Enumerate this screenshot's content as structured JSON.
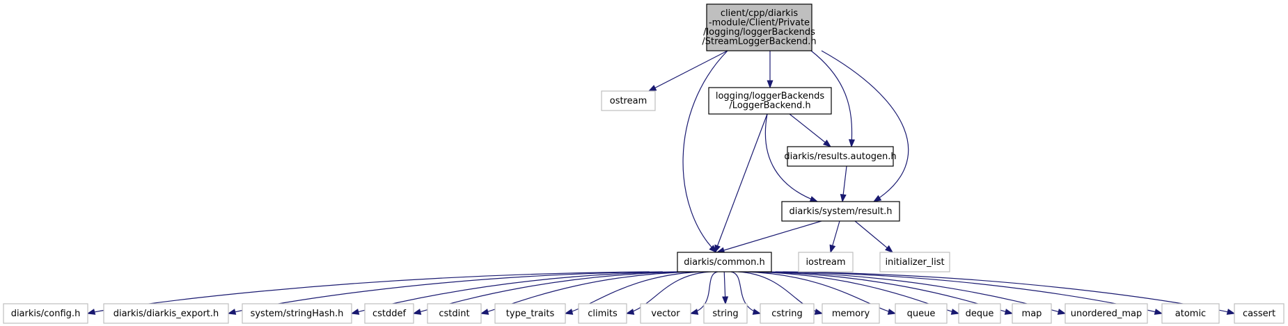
{
  "graph": {
    "edge_color": "#191970",
    "nodes": [
      {
        "id": "root",
        "kind": "root",
        "lines": [
          "client/cpp/diarkis",
          "-module/Client/Private",
          "/logging/loggerBackends",
          "/StreamLoggerBackend.h"
        ]
      },
      {
        "id": "ostream",
        "kind": "external",
        "lines": [
          "ostream"
        ]
      },
      {
        "id": "loggerbackend",
        "kind": "internal",
        "lines": [
          "logging/loggerBackends",
          "/LoggerBackend.h"
        ]
      },
      {
        "id": "results_autogen",
        "kind": "internal",
        "lines": [
          "diarkis/results.autogen.h"
        ]
      },
      {
        "id": "result",
        "kind": "internal",
        "lines": [
          "diarkis/system/result.h"
        ]
      },
      {
        "id": "common",
        "kind": "internal",
        "lines": [
          "diarkis/common.h"
        ]
      },
      {
        "id": "iostream",
        "kind": "external",
        "lines": [
          "iostream"
        ]
      },
      {
        "id": "initializer_list",
        "kind": "external",
        "lines": [
          "initializer_list"
        ]
      },
      {
        "id": "config",
        "kind": "external",
        "lines": [
          "diarkis/config.h"
        ]
      },
      {
        "id": "diarkis_export",
        "kind": "external",
        "lines": [
          "diarkis/diarkis_export.h"
        ]
      },
      {
        "id": "stringhash",
        "kind": "external",
        "lines": [
          "system/stringHash.h"
        ]
      },
      {
        "id": "cstddef",
        "kind": "external",
        "lines": [
          "cstddef"
        ]
      },
      {
        "id": "cstdint",
        "kind": "external",
        "lines": [
          "cstdint"
        ]
      },
      {
        "id": "type_traits",
        "kind": "external",
        "lines": [
          "type_traits"
        ]
      },
      {
        "id": "climits",
        "kind": "external",
        "lines": [
          "climits"
        ]
      },
      {
        "id": "vector",
        "kind": "external",
        "lines": [
          "vector"
        ]
      },
      {
        "id": "string",
        "kind": "external",
        "lines": [
          "string"
        ]
      },
      {
        "id": "cstring",
        "kind": "external",
        "lines": [
          "cstring"
        ]
      },
      {
        "id": "memory",
        "kind": "external",
        "lines": [
          "memory"
        ]
      },
      {
        "id": "queue",
        "kind": "external",
        "lines": [
          "queue"
        ]
      },
      {
        "id": "deque",
        "kind": "external",
        "lines": [
          "deque"
        ]
      },
      {
        "id": "map",
        "kind": "external",
        "lines": [
          "map"
        ]
      },
      {
        "id": "unordered_map",
        "kind": "external",
        "lines": [
          "unordered_map"
        ]
      },
      {
        "id": "atomic",
        "kind": "external",
        "lines": [
          "atomic"
        ]
      },
      {
        "id": "cassert",
        "kind": "external",
        "lines": [
          "cassert"
        ]
      }
    ],
    "edges": [
      {
        "from": "root",
        "to": "ostream"
      },
      {
        "from": "root",
        "to": "loggerbackend"
      },
      {
        "from": "root",
        "to": "results_autogen"
      },
      {
        "from": "root",
        "to": "result"
      },
      {
        "from": "root",
        "to": "common"
      },
      {
        "from": "loggerbackend",
        "to": "results_autogen"
      },
      {
        "from": "loggerbackend",
        "to": "result"
      },
      {
        "from": "loggerbackend",
        "to": "common"
      },
      {
        "from": "results_autogen",
        "to": "result"
      },
      {
        "from": "result",
        "to": "common"
      },
      {
        "from": "result",
        "to": "iostream"
      },
      {
        "from": "result",
        "to": "initializer_list"
      },
      {
        "from": "common",
        "to": "config"
      },
      {
        "from": "common",
        "to": "diarkis_export"
      },
      {
        "from": "common",
        "to": "stringhash"
      },
      {
        "from": "common",
        "to": "cstddef"
      },
      {
        "from": "common",
        "to": "cstdint"
      },
      {
        "from": "common",
        "to": "type_traits"
      },
      {
        "from": "common",
        "to": "climits"
      },
      {
        "from": "common",
        "to": "vector"
      },
      {
        "from": "common",
        "to": "string"
      },
      {
        "from": "common",
        "to": "cstring"
      },
      {
        "from": "common",
        "to": "memory"
      },
      {
        "from": "common",
        "to": "queue"
      },
      {
        "from": "common",
        "to": "deque"
      },
      {
        "from": "common",
        "to": "map"
      },
      {
        "from": "common",
        "to": "unordered_map"
      },
      {
        "from": "common",
        "to": "atomic"
      },
      {
        "from": "common",
        "to": "cassert"
      }
    ]
  }
}
